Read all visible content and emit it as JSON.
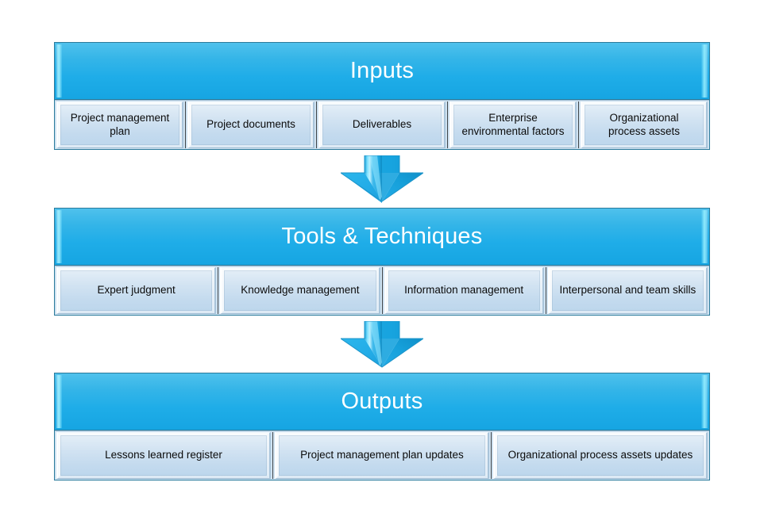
{
  "diagram": {
    "name": "Manage Project Knowledge ITTO",
    "type": "process-itto-flow",
    "colors": {
      "header_blue_light": "#4fc1ec",
      "header_blue_dark": "#16a5e2",
      "block_border": "#2a7a9b",
      "item_fill_light": "#e6f0f8",
      "item_fill_dark": "#bcd6ec",
      "arrow_fill": "#29b4e8",
      "title_text": "#ffffff",
      "item_text": "#0b0b0b",
      "background": "#ffffff"
    }
  },
  "blocks": [
    {
      "id": "inputs",
      "title": "Inputs",
      "items": [
        "Project management plan",
        "Project documents",
        "Deliverables",
        "Enterprise environmental factors",
        "Organizational process assets"
      ]
    },
    {
      "id": "tools",
      "title": "Tools & Techniques",
      "items": [
        "Expert judgment",
        "Knowledge management",
        "Information management",
        "Interpersonal and team skills"
      ]
    },
    {
      "id": "outputs",
      "title": "Outputs",
      "items": [
        "Lessons learned register",
        "Project management plan updates",
        "Organizational process assets updates"
      ]
    }
  ],
  "arrows": [
    {
      "id": "arrow-inputs-to-tools",
      "direction": "down",
      "icon": "arrow-down-icon"
    },
    {
      "id": "arrow-tools-to-outputs",
      "direction": "down",
      "icon": "arrow-down-icon"
    }
  ]
}
